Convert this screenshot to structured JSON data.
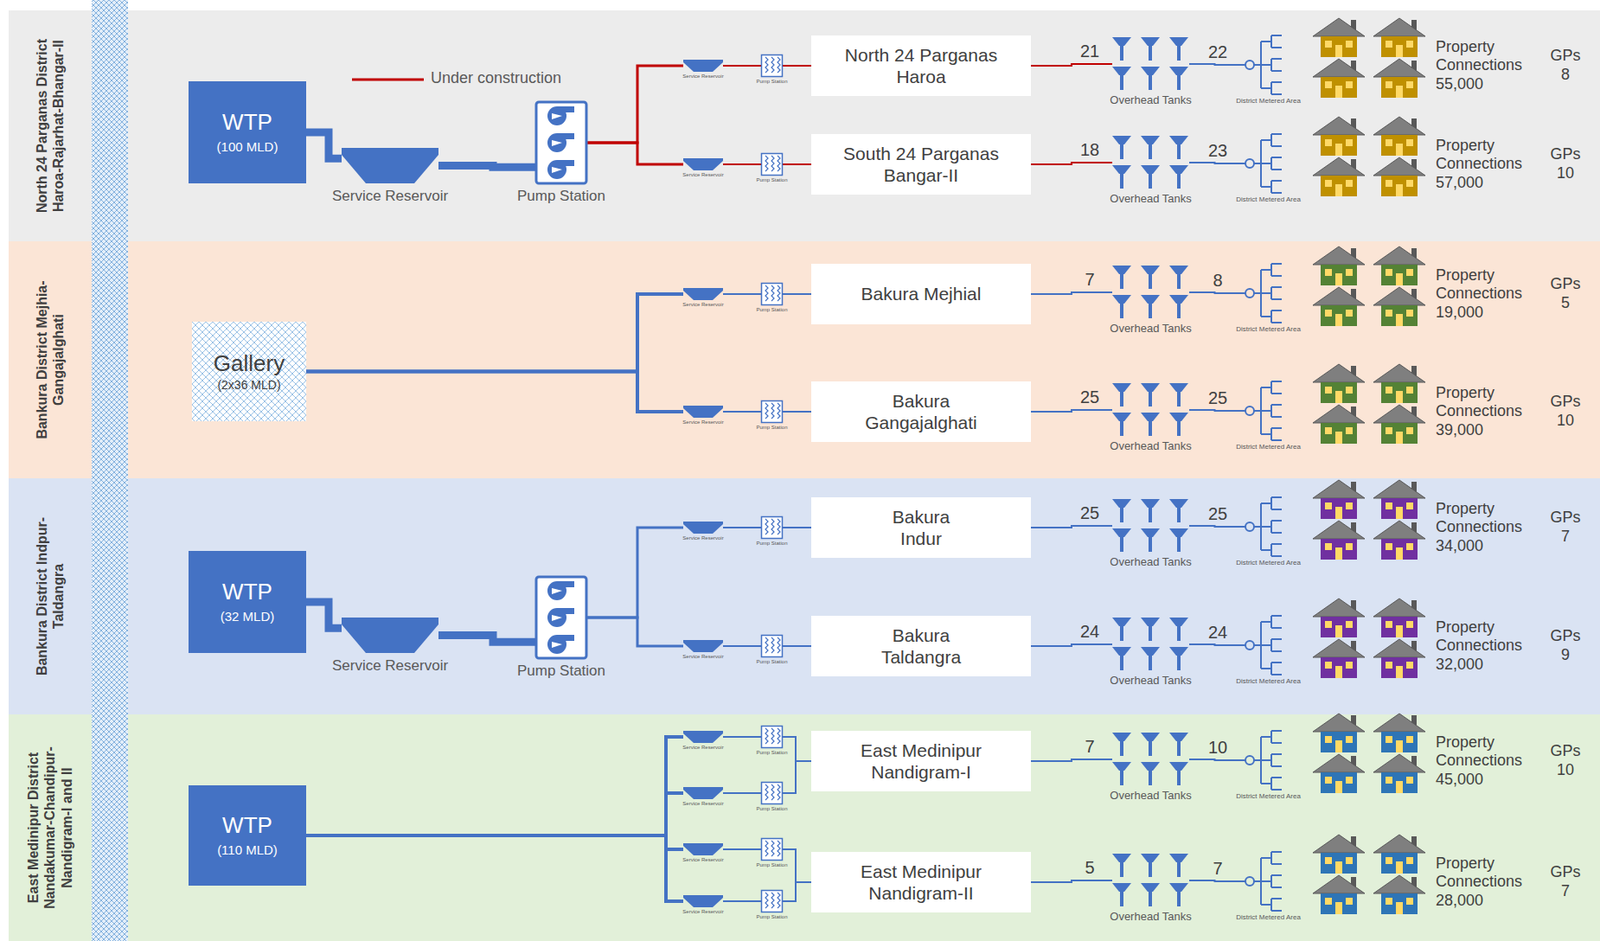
{
  "diagram": {
    "nodes": [
      {
        "text": [
          "North 24 Parganas District Haroa-Rajarhat-Bhangar-II"
        ]
      },
      {
        "text": [
          "WTP",
          "(100 MLD)"
        ],
        "in": 0
      },
      {
        "text": [
          "Service Reservoir"
        ],
        "in": 0
      },
      {
        "text": [
          "Pump Station"
        ],
        "in": 0
      },
      {
        "text": [
          "Service Reservoir"
        ],
        "in": 0
      },
      {
        "text": [
          "Pump Station"
        ],
        "in": 0
      },
      {
        "text": [
          "Service Reservoir"
        ],
        "in": 0
      },
      {
        "text": [
          "Pump Station"
        ],
        "in": 0
      },
      {
        "text": [
          "North 24 Parganas Haroa"
        ],
        "in": 0
      },
      {
        "text": [
          "Overhead Tanks"
        ],
        "in": 0
      },
      {
        "text": [
          "District Metered Area"
        ],
        "in": 0
      },
      {
        "text": [
          "South 24 Parganas Bangar-II"
        ],
        "in": 0
      },
      {
        "text": [
          "Overhead Tanks"
        ],
        "in": 0
      },
      {
        "text": [
          "District Metered Area"
        ],
        "in": 0
      },
      {
        "text": [
          "Bankura District Mejhia-Gangajalghati"
        ]
      },
      {
        "text": [
          "Gallery",
          "(2x36 MLD)"
        ],
        "in": 14
      },
      {
        "text": [
          "Service Reservoir"
        ],
        "in": 14
      },
      {
        "text": [
          "Pump Station"
        ],
        "in": 14
      },
      {
        "text": [
          "Service Reservoir"
        ],
        "in": 14
      },
      {
        "text": [
          "Pump Station"
        ],
        "in": 14
      },
      {
        "text": [
          "Bakura Mejhial"
        ],
        "in": 14
      },
      {
        "text": [
          "Overhead Tanks"
        ],
        "in": 14
      },
      {
        "text": [
          "District Metered Area"
        ],
        "in": 14
      },
      {
        "text": [
          "Bakura Gangajalghati"
        ],
        "in": 14
      },
      {
        "text": [
          "Overhead Tanks"
        ],
        "in": 14
      },
      {
        "text": [
          "District Metered Area"
        ],
        "in": 14
      },
      {
        "text": [
          "Bankura District Indpur-Taldangra"
        ]
      },
      {
        "text": [
          "WTP",
          "(32 MLD)"
        ],
        "in": 26
      },
      {
        "text": [
          "Service Reservoir"
        ],
        "in": 26
      },
      {
        "text": [
          "Pump Station"
        ],
        "in": 26
      },
      {
        "text": [
          "Service Reservoir"
        ],
        "in": 26
      },
      {
        "text": [
          "Pump Station"
        ],
        "in": 26
      },
      {
        "text": [
          "Service Reservoir"
        ],
        "in": 26
      },
      {
        "text": [
          "Pump Station"
        ],
        "in": 26
      },
      {
        "text": [
          "Bakura Indur"
        ],
        "in": 26
      },
      {
        "text": [
          "Overhead Tanks"
        ],
        "in": 26
      },
      {
        "text": [
          "District Metered Area"
        ],
        "in": 26
      },
      {
        "text": [
          "Bakura Taldangra"
        ],
        "in": 26
      },
      {
        "text": [
          "Overhead Tanks"
        ],
        "in": 26
      },
      {
        "text": [
          "District Metered Area"
        ],
        "in": 26
      },
      {
        "text": [
          "East Medinipur District Nandakumar-Chandipur-Nandigram-I and II"
        ]
      },
      {
        "text": [
          "WTP",
          "(110 MLD)"
        ],
        "in": 40
      },
      {
        "text": [
          "Service Reservoir"
        ],
        "in": 40
      },
      {
        "text": [
          "Pump Station"
        ],
        "in": 40
      },
      {
        "text": [
          "Service Reservoir"
        ],
        "in": 40
      },
      {
        "text": [
          "Pump Station"
        ],
        "in": 40
      },
      {
        "text": [
          "Service Reservoir"
        ],
        "in": 40
      },
      {
        "text": [
          "Pump Station"
        ],
        "in": 40
      },
      {
        "text": [
          "Service Reservoir"
        ],
        "in": 40
      },
      {
        "text": [
          "Pump Station"
        ],
        "in": 40
      },
      {
        "text": [
          "East Medinipur Nandigram-I"
        ],
        "in": 40
      },
      {
        "text": [
          "Overhead Tanks"
        ],
        "in": 40
      },
      {
        "text": [
          "District Metered Area"
        ],
        "in": 40
      },
      {
        "text": [
          "East Medinipur Nandigram-II"
        ],
        "in": 40
      },
      {
        "text": [
          "Overhead Tanks"
        ],
        "in": 40
      },
      {
        "text": [
          "District Metered Area"
        ],
        "in": 40
      }
    ],
    "edges": [
      {
        "from": 1,
        "to": 2,
        "arrow": "none"
      },
      {
        "from": 2,
        "to": 3,
        "arrow": "none"
      },
      {
        "from": 3,
        "to": 4,
        "arrow": "none"
      },
      {
        "from": 3,
        "to": 6,
        "arrow": "none"
      },
      {
        "from": 4,
        "to": 5,
        "arrow": "none"
      },
      {
        "from": 6,
        "to": 7,
        "arrow": "none"
      },
      {
        "from": 5,
        "to": 8,
        "arrow": "none"
      },
      {
        "from": 7,
        "to": 11,
        "arrow": "none"
      },
      {
        "from": 8,
        "to": 9,
        "label": "21",
        "arrow": "none"
      },
      {
        "from": 9,
        "to": 10,
        "label": "22",
        "arrow": "none"
      },
      {
        "from": 11,
        "to": 12,
        "label": "18",
        "arrow": "none"
      },
      {
        "from": 12,
        "to": 13,
        "label": "23",
        "arrow": "none"
      },
      {
        "from": 15,
        "to": 16,
        "arrow": "none"
      },
      {
        "from": 15,
        "to": 18,
        "arrow": "none"
      },
      {
        "from": 16,
        "to": 17,
        "arrow": "none"
      },
      {
        "from": 18,
        "to": 19,
        "arrow": "none"
      },
      {
        "from": 17,
        "to": 20,
        "arrow": "none"
      },
      {
        "from": 19,
        "to": 23,
        "arrow": "none"
      },
      {
        "from": 20,
        "to": 21,
        "label": "7",
        "arrow": "none"
      },
      {
        "from": 21,
        "to": 22,
        "label": "8",
        "arrow": "none"
      },
      {
        "from": 23,
        "to": 24,
        "label": "25",
        "arrow": "none"
      },
      {
        "from": 24,
        "to": 25,
        "label": "25",
        "arrow": "none"
      },
      {
        "from": 27,
        "to": 28,
        "arrow": "none"
      },
      {
        "from": 28,
        "to": 29,
        "arrow": "none"
      },
      {
        "from": 29,
        "to": 30,
        "arrow": "none"
      },
      {
        "from": 29,
        "to": 32,
        "arrow": "none"
      },
      {
        "from": 30,
        "to": 31,
        "arrow": "none"
      },
      {
        "from": 32,
        "to": 33,
        "arrow": "none"
      },
      {
        "from": 31,
        "to": 34,
        "arrow": "none"
      },
      {
        "from": 33,
        "to": 37,
        "arrow": "none"
      },
      {
        "from": 34,
        "to": 35,
        "label": "25",
        "arrow": "none"
      },
      {
        "from": 35,
        "to": 36,
        "label": "25",
        "arrow": "none"
      },
      {
        "from": 37,
        "to": 38,
        "label": "24",
        "arrow": "none"
      },
      {
        "from": 38,
        "to": 39,
        "label": "24",
        "arrow": "none"
      },
      {
        "from": 41,
        "to": 42,
        "arrow": "none"
      },
      {
        "from": 41,
        "to": 44,
        "arrow": "none"
      },
      {
        "from": 41,
        "to": 46,
        "arrow": "none"
      },
      {
        "from": 41,
        "to": 48,
        "arrow": "none"
      },
      {
        "from": 42,
        "to": 43,
        "arrow": "none"
      },
      {
        "from": 44,
        "to": 45,
        "arrow": "none"
      },
      {
        "from": 46,
        "to": 47,
        "arrow": "none"
      },
      {
        "from": 48,
        "to": 49,
        "arrow": "none"
      },
      {
        "from": 43,
        "to": 50,
        "arrow": "none"
      },
      {
        "from": 45,
        "to": 50,
        "arrow": "none"
      },
      {
        "from": 47,
        "to": 53,
        "arrow": "none"
      },
      {
        "from": 49,
        "to": 53,
        "arrow": "none"
      },
      {
        "from": 50,
        "to": 51,
        "label": "7",
        "arrow": "none"
      },
      {
        "from": 51,
        "to": 52,
        "label": "10",
        "arrow": "none"
      },
      {
        "from": 53,
        "to": 54,
        "label": "5",
        "arrow": "none"
      },
      {
        "from": 54,
        "to": 55,
        "label": "7",
        "arrow": "none"
      }
    ],
    "labels": [
      "Property Connections 55,000",
      "GPs 8",
      "Property Connections 57,000",
      "GPs 10",
      "Property Connections 19,000",
      "GPs 5",
      "Property Connections 39,000",
      "GPs 10",
      "Property Connections 34,000",
      "GPs 7",
      "Property Connections 32,000",
      "GPs 9",
      "Property Connections 45,000",
      "GPs 10",
      "Property Connections 28,000",
      "GPs 7"
    ],
    "legend": [
      {
        "text": "Under construction"
      }
    ]
  }
}
